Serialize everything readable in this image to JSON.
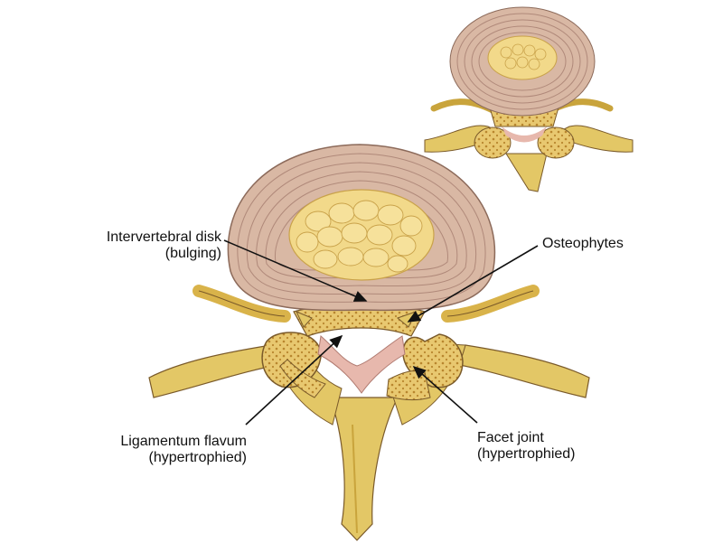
{
  "labels": {
    "disk": {
      "line1": "Intervertebral disk",
      "line2": "(bulging)"
    },
    "osteophytes": {
      "line1": "Osteophytes"
    },
    "ligamentum": {
      "line1": "Ligamentum flavum",
      "line2": "(hypertrophied)"
    },
    "facet": {
      "line1": "Facet joint",
      "line2": "(hypertrophied)"
    }
  },
  "colors": {
    "bone": "#e3c766",
    "bone_shade": "#c9a43c",
    "disk_ring": "#d9b8a4",
    "disk_ring_line": "#b0897a",
    "nucleus": "#f2d98a",
    "nucleus_line": "#c9a24a",
    "ligament": "#e7b8ad",
    "marrow": "#cfa14a",
    "outline": "#7a5a2a",
    "arrow": "#111111"
  }
}
